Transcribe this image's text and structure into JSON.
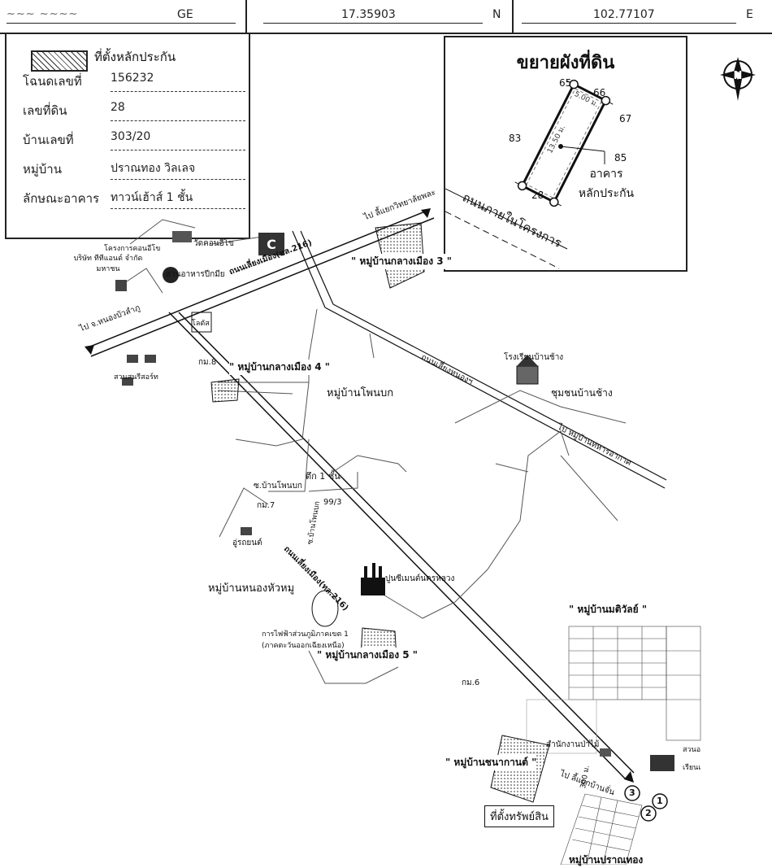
{
  "header": {
    "id_label": "GE",
    "lat_value": "17.35903",
    "lat_dir": "N",
    "lon_value": "102.77107",
    "lon_dir": "E"
  },
  "info": {
    "legend_label": "ที่ตั้งหลักประกัน",
    "rows": [
      {
        "label": "โฉนดเลขที่",
        "value": "156232"
      },
      {
        "label": "เลขที่ดิน",
        "value": "28"
      },
      {
        "label": "บ้านเลขที่",
        "value": "303/20"
      },
      {
        "label": "หมู่บ้าน",
        "value": "ปราณทอง วิลเลจ"
      },
      {
        "label": "ลักษณะอาคาร",
        "value": "ทาวน์เฮ้าส์ 1 ชั้น"
      }
    ]
  },
  "inset": {
    "title": "ขยายผังที่ดิน",
    "parcel_65": "65",
    "parcel_66": "66",
    "parcel_67": "67",
    "parcel_83": "83",
    "parcel_85": "85",
    "parcel_28": "28",
    "dim_width": "5.00 ม.",
    "dim_length": "13.50 ม.",
    "building_line1": "อาคาร",
    "building_line2": "หลักประกัน",
    "road_label": "ถนนภายในโครงการ"
  },
  "compass": {
    "letter": "N"
  },
  "map": {
    "to_university": "ไป ลี้แยกวิทยาลัยพละ",
    "to_nongbualamphu": "ไป จ.หนองบัวลำภู",
    "road_main_top": "ถนนเลี่ยงเมือง(ทล.216)",
    "road_main_mid": "ถนนเลี่ยงเมือง(ทล.216)",
    "road_nonglon": "ถนนเลี่ยงหนองฯ",
    "village_3": "\" หมู่บ้านกลางเมือง 3 \"",
    "village_4": "\" หมู่บ้านกลางเมือง 4 \"",
    "village_5": "\" หมู่บ้านกลางเมือง 5 \"",
    "village_phonbok": "หมู่บ้านโพนบก",
    "village_nonghuamu": "หมู่บ้านหนองหัวหมู",
    "village_chanakan": "\" หมู่บ้านชนากานต์ \"",
    "village_mativa": "\" หมู่บ้านมติวัลย์ \"",
    "village_pranthong": "หมู่บ้านปราณทอง",
    "bankchang_school": "โรงเรียนบ้านช้าง",
    "bankchang_comm": "ชุมชนบ้านช้าง",
    "to_bankchang": "ไป หมู่บ้านทหารอากาศ",
    "temple": "วัดคอนอีโข",
    "restaurant": "สวนอาหารปีกมีย",
    "project": "โครงการคอนอีโข",
    "company": "บริษัท ทีทีแอนด์ จำกัดมหาชน",
    "tesco": "โลตัส",
    "km8": "กม.8",
    "km7": "กม.7",
    "km6": "กม.6",
    "sukk1": "ตึก 1 ชั้น",
    "phonbok_st": "ซ.บ้านโพนบก",
    "phonbok_st2": "ซ.บ้านโพนบก",
    "no_99": "99/3",
    "repair": "อู่รถยนต์",
    "cement": "ปูนซีเมนต์นครหลวง",
    "electric1": "การไฟฟ้าส่วนภูมิภาคเขต 1",
    "electric2": "(ภาคตะวันออกเฉียงเหนือ)",
    "garden": "สวนสนรีสอร์ท",
    "to_nakhon": "ไป ลี้แยกบ้านจั่น",
    "asset_label": "ที่ตั้งทรัพย์สิน",
    "dist_300": "300 ม.",
    "police": "สำนักงานป่าไม้",
    "school2": "สวนอ",
    "school2b": "เรียนเ",
    "m1": "1",
    "m2": "2",
    "m3": "3"
  }
}
